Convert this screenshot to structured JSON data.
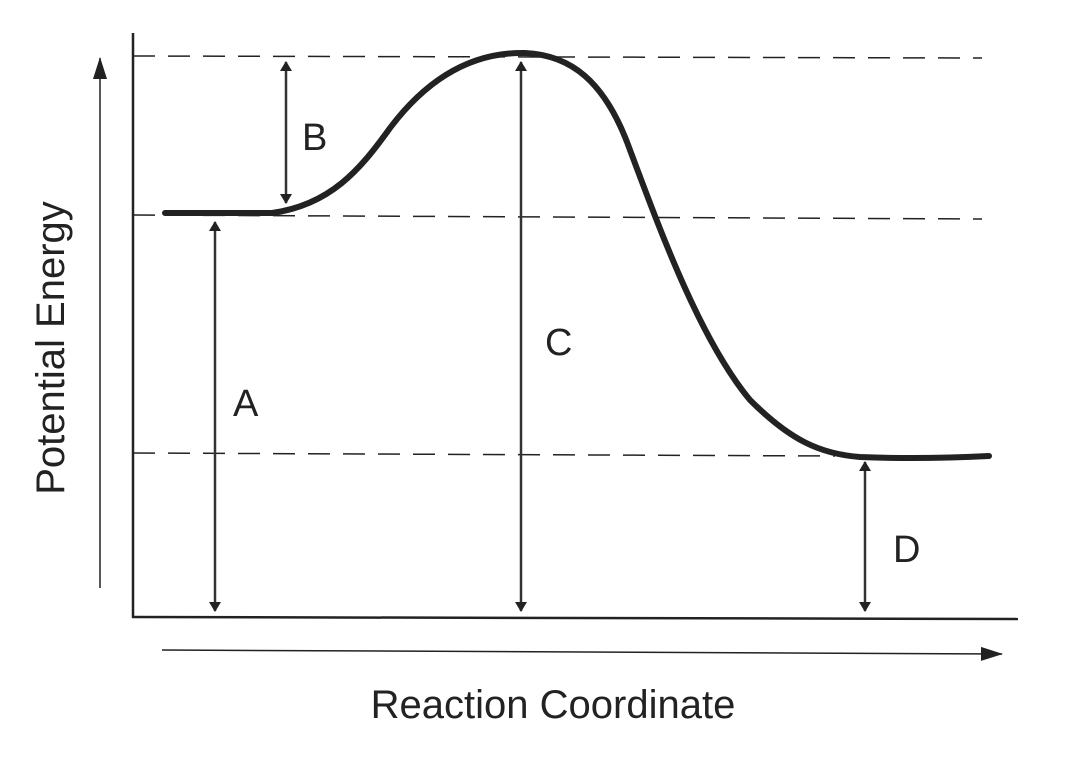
{
  "diagram": {
    "x_axis_label": "Reaction Coordinate",
    "y_axis_label": "Potential Energy",
    "segment_labels": {
      "a": "A",
      "b": "B",
      "c": "C",
      "d": "D"
    },
    "line_color": "#222222"
  }
}
